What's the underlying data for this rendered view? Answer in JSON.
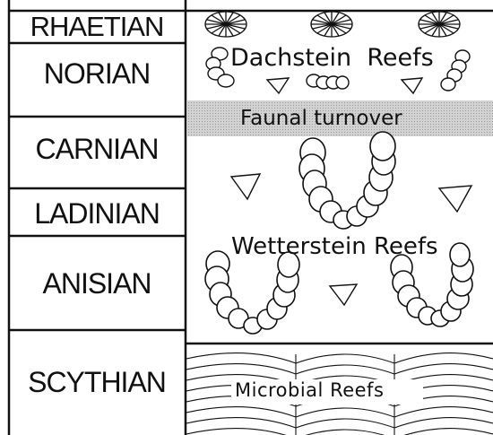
{
  "stages": [
    {
      "key": "rhaetian",
      "label": "RHAETIAN"
    },
    {
      "key": "norian",
      "label": "NORIAN"
    },
    {
      "key": "carnian",
      "label": "CARNIAN"
    },
    {
      "key": "ladinian",
      "label": "LADINIAN"
    },
    {
      "key": "anisian",
      "label": "ANISIAN"
    },
    {
      "key": "scythian",
      "label": "SCYTHIAN"
    }
  ],
  "events": {
    "dachstein": "Dachstein  Reefs",
    "turnover": "Faunal turnover",
    "wetterstein": "Wetterstein Reefs",
    "microbial": "Microbial Reefs"
  },
  "colors": {
    "line": "#111111",
    "band": "#c8c8c8",
    "background": "#ffffff"
  }
}
